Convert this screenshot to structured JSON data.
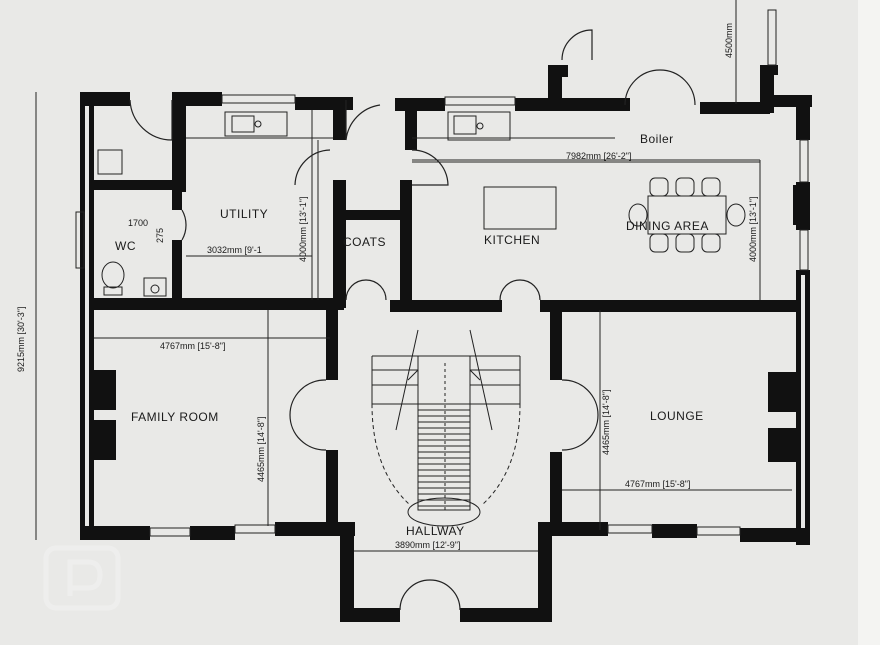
{
  "rooms": {
    "utility": "UTILITY",
    "wc": "WC",
    "coats": "COATS",
    "kitchen": "KITCHEN",
    "dining": "DINING AREA",
    "boiler": "Boiler",
    "family": "FAMILY ROOM",
    "lounge": "LOUNGE",
    "hallway": "HALLWAY"
  },
  "dimensions": {
    "top_right": "4500mm",
    "kitchen_width": "7982mm [26'-2\"]",
    "kitchen_depth": "4000mm [13'-1\"]",
    "utility_width": "3032mm [9'-1",
    "utility_depth": "4000mm [13'-1\"]",
    "wc_small": "1700",
    "wc_small2": "275",
    "overall_depth": "9215mm [30'-3\"]",
    "family_width": "4767mm [15'-8\"]",
    "family_depth": "4465mm [14'-8\"]",
    "lounge_width": "4767mm [15'-8\"]",
    "lounge_depth": "4465mm [14'-8\"]",
    "hallway_width": "3890mm [12'-9\"]"
  },
  "colors": {
    "paper": "#e9e9e7",
    "wall": "#111111"
  }
}
